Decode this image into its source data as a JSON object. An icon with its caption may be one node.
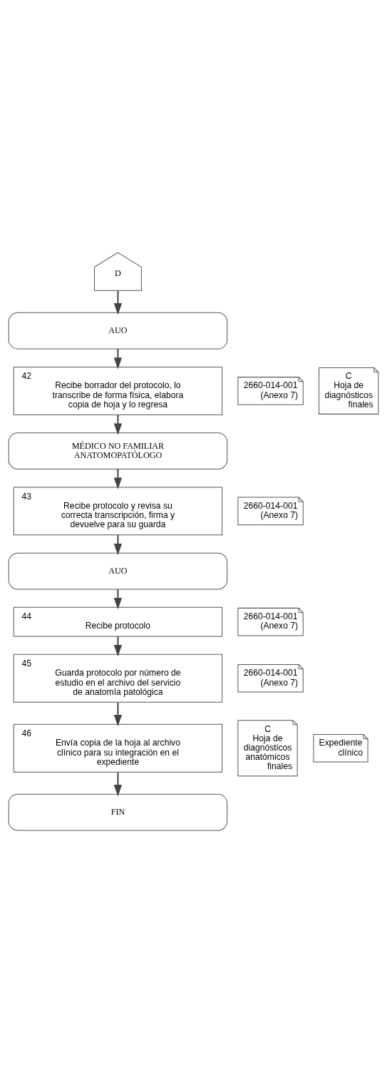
{
  "diagram": {
    "nodes": [
      {
        "text": [
          "D"
        ]
      },
      {
        "text": [
          "AUO"
        ]
      },
      {
        "text": [
          "42",
          "Recibe borrador del protocolo, lo transcribe de forma física, elabora copia de hoja y lo regresa"
        ]
      },
      {
        "text": [
          "2660-014-001 (Anexo 7)"
        ]
      },
      {
        "text": [
          "C",
          "Hoja de diagnósticos finales"
        ]
      },
      {
        "text": [
          "MÉDICO NO FAMILIAR ANATOMOPATÓLOGO"
        ]
      },
      {
        "text": [
          "43",
          "Recibe protocolo y revisa su correcta transcripción, firma y devuelve para su guarda"
        ]
      },
      {
        "text": [
          "2660-014-001 (Anexo 7)"
        ]
      },
      {
        "text": [
          "AUO"
        ]
      },
      {
        "text": [
          "44",
          "Recibe protocolo"
        ]
      },
      {
        "text": [
          "2660-014-001 (Anexo 7)"
        ]
      },
      {
        "text": [
          "45",
          "Guarda protocolo por número de estudio en el archivo del servicio de anatomía patológica"
        ]
      },
      {
        "text": [
          "2660-014-001 (Anexo 7)"
        ]
      },
      {
        "text": [
          "46",
          "Envía copia de la hoja al archivo clínico para su integración en el expediente"
        ]
      },
      {
        "text": [
          "C",
          "Hoja de diagnósticos anatómicos finales"
        ]
      },
      {
        "text": [
          "Expediente clínico"
        ]
      },
      {
        "text": [
          "FIN"
        ]
      }
    ],
    "edges": [
      {
        "from": 0,
        "to": 1,
        "arrow": "to"
      },
      {
        "from": 1,
        "to": 2,
        "arrow": "to"
      },
      {
        "from": 2,
        "to": 5,
        "arrow": "to"
      },
      {
        "from": 5,
        "to": 6,
        "arrow": "to"
      },
      {
        "from": 6,
        "to": 8,
        "arrow": "to"
      },
      {
        "from": 8,
        "to": 9,
        "arrow": "to"
      },
      {
        "from": 9,
        "to": 11,
        "arrow": "to"
      },
      {
        "from": 11,
        "to": 13,
        "arrow": "to"
      },
      {
        "from": 13,
        "to": 16,
        "arrow": "to"
      }
    ]
  }
}
